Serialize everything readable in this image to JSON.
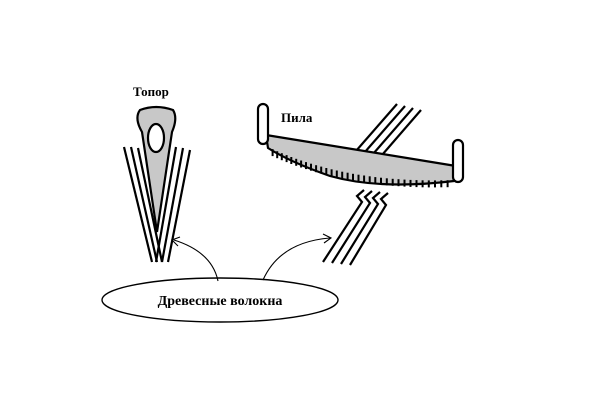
{
  "labels": {
    "axe": "Топор",
    "saw": "Пила",
    "fibers": "Древесные волокна"
  },
  "colors": {
    "fill_gray": "#c8c8c8",
    "stroke": "#000000",
    "background": "#ffffff"
  }
}
